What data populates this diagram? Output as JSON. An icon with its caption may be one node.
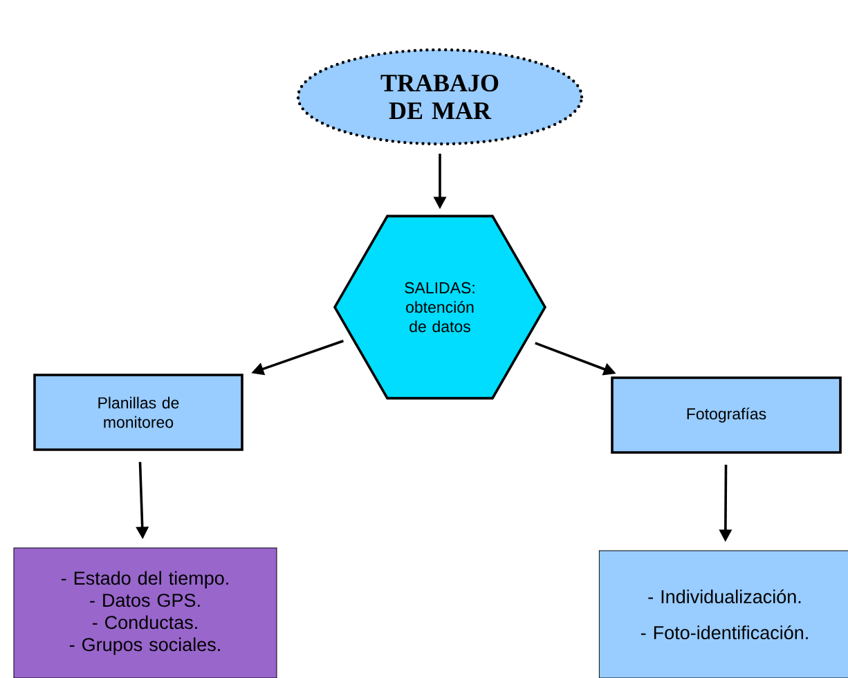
{
  "diagram": {
    "nodes": [
      {
        "text": [
          "TRABAJO DE MAR"
        ]
      },
      {
        "text": [
          "SALIDAS: obtención de datos"
        ]
      },
      {
        "text": [
          "Planillas de monitoreo"
        ]
      },
      {
        "text": [
          "Fotografías"
        ]
      },
      {
        "text": [
          "- Estado del tiempo.",
          "- Datos GPS.",
          "- Conductas.",
          "- Grupos sociales."
        ]
      },
      {
        "text": [
          "- Individualización.",
          "- Foto-identificación."
        ]
      }
    ],
    "edges": [
      {
        "from": 0,
        "to": 1,
        "arrow": "to"
      },
      {
        "from": 1,
        "to": 2,
        "arrow": "to"
      },
      {
        "from": 1,
        "to": 3,
        "arrow": "to"
      },
      {
        "from": 2,
        "to": 4,
        "arrow": "to"
      },
      {
        "from": 3,
        "to": 5,
        "arrow": "to"
      }
    ]
  }
}
